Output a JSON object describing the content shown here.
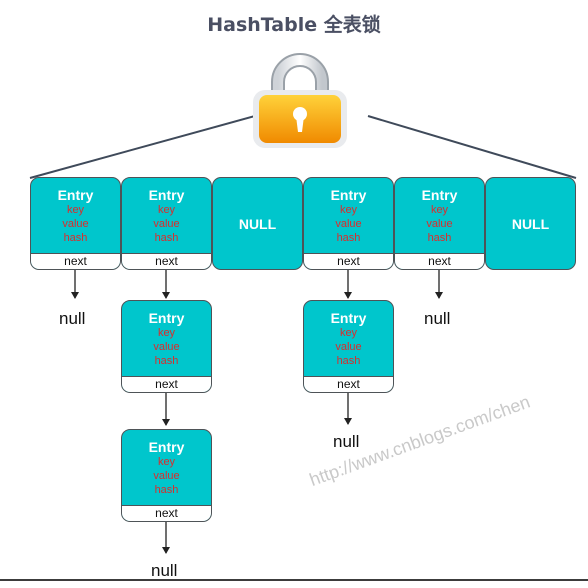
{
  "title": "HashTable 全表锁",
  "entry": {
    "name": "Entry",
    "key": "key",
    "value": "value",
    "hash": "hash",
    "next": "next"
  },
  "null_slot": "NULL",
  "null_terminal": "null",
  "watermark": "http://www.cnblogs.com/chen",
  "colors": {
    "cell": "#00c6cc",
    "field": "#d92d2d",
    "lock_body": "#f39c12",
    "title": "#4a4f63"
  }
}
